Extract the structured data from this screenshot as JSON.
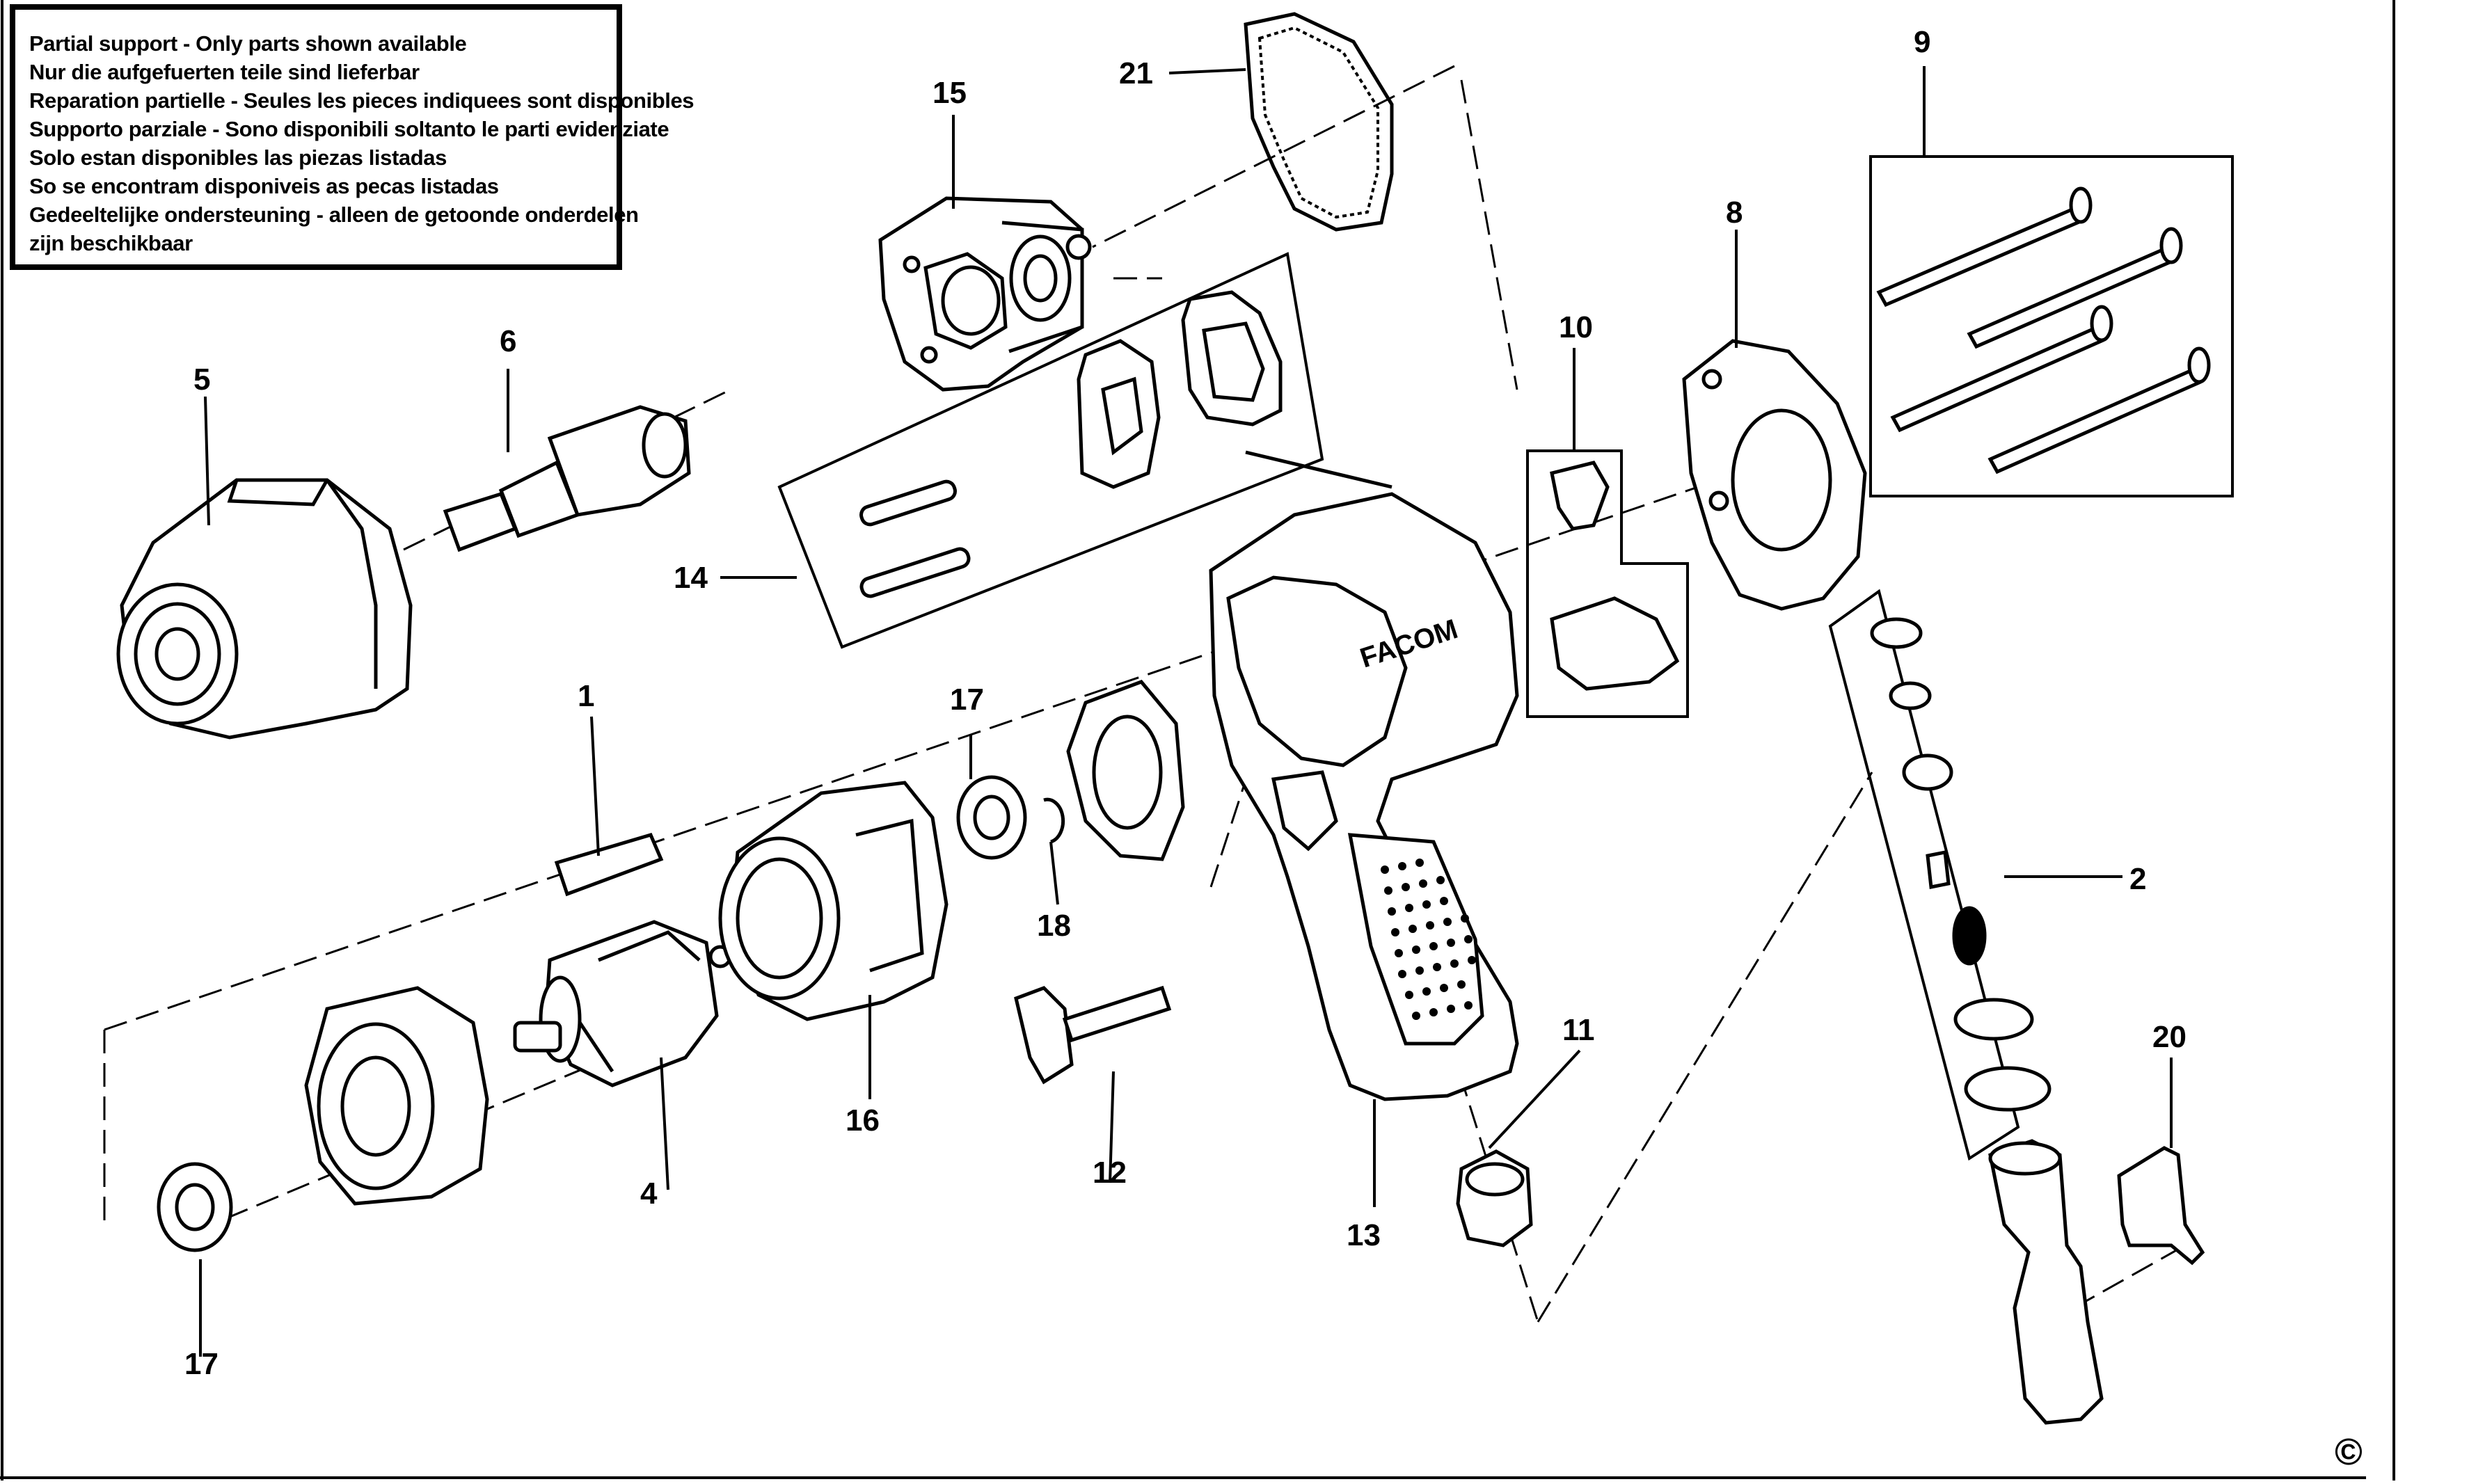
{
  "notice": {
    "lines": [
      "Partial support - Only parts shown available",
      "Nur die aufgefuerten teile sind lieferbar",
      "Reparation partielle - Seules les pieces indiquees sont disponibles",
      "Supporto parziale - Sono disponibili soltanto le parti evidenziate",
      "Solo estan disponibles las piezas listadas",
      "So se encontram disponiveis as pecas listadas",
      "Gedeeltelijke ondersteuning - alleen de getoonde onderdelen",
      "zijn beschikbaar"
    ]
  },
  "brand_on_housing": "FACOM",
  "copyright_symbol": "©",
  "callouts": {
    "p1": "1",
    "p2": "2",
    "p4": "4",
    "p5": "5",
    "p6": "6",
    "p8": "8",
    "p9": "9",
    "p10": "10",
    "p11": "11",
    "p12": "12",
    "p13": "13",
    "p14": "14",
    "p15": "15",
    "p16": "16",
    "p17_top": "17",
    "p17_bottom": "17",
    "p18": "18",
    "p20": "20",
    "p21": "21"
  }
}
